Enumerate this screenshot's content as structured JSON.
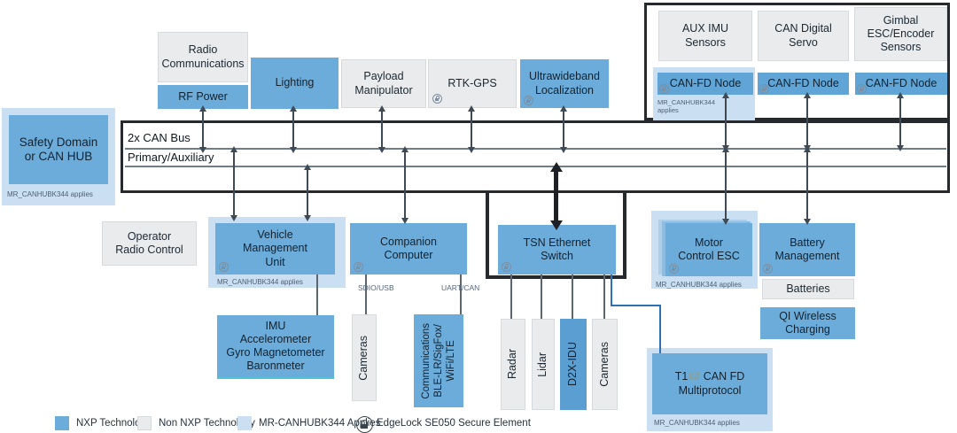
{
  "bus": {
    "label_top": "2x CAN Bus",
    "label_bottom": "Primary/Auxiliary"
  },
  "boxes": {
    "safety_domain": {
      "label": "Safety Domain\nor CAN HUB",
      "note": "MR_CANHUBK344 applies"
    },
    "radio_communications": {
      "label": "Radio\nCommunications"
    },
    "rf_power": {
      "label": "RF Power"
    },
    "lighting": {
      "label": "Lighting"
    },
    "payload_manipulator": {
      "label": "Payload\nManipulator"
    },
    "rtk_gps": {
      "label": "RTK-GPS"
    },
    "ultrawideband": {
      "label": "Ultrawideband\nLocalization"
    },
    "aux_imu": {
      "label": "AUX IMU\nSensors"
    },
    "can_digital_servo": {
      "label": "CAN Digital\nServo"
    },
    "gimbal": {
      "label": "Gimbal\nESC/Encoder\nSensors"
    },
    "canfd_node_1": {
      "label": "CAN-FD Node",
      "note": "MR_CANHUBK344\napplies"
    },
    "canfd_node_2": {
      "label": "CAN-FD Node"
    },
    "canfd_node_3": {
      "label": "CAN-FD Node"
    },
    "operator_radio": {
      "label": "Operator\nRadio Control"
    },
    "vmu": {
      "label": "Vehicle\nManagement\nUnit",
      "note": "MR_CANHUBK344 applies"
    },
    "companion": {
      "label": "Companion\nComputer"
    },
    "tsn": {
      "label": "TSN Ethernet\nSwitch"
    },
    "imu": {
      "label": "IMU\nAccelerometer\nGyro Magnetometer\nBaronmeter"
    },
    "cameras_left": {
      "label": "Cameras"
    },
    "communications": {
      "label": "Communications\nBLE-LR/SigFox/\nWiFi/LTE"
    },
    "radar": {
      "label": "Radar"
    },
    "lidar": {
      "label": "Lidar"
    },
    "d2x": {
      "label": "D2X-IDU"
    },
    "cameras_right": {
      "label": "Cameras"
    },
    "motor_esc": {
      "label": "Motor\nControl ESC",
      "note": "MR_CANHUBK344 applies"
    },
    "battery_mgmt": {
      "label": "Battery\nManagement"
    },
    "batteries": {
      "label": "Batteries"
    },
    "qi_wireless": {
      "label": "QI Wireless\nCharging"
    },
    "t1_canfd": {
      "p1": "T1",
      "p2": "##",
      "p3": " CAN FD",
      "line2": "Multiprotocol",
      "note": "MR_CANHUBK344 applies"
    }
  },
  "port_labels": {
    "sdio_usb": "SDIO/USB",
    "uart_can": "UART/CAN"
  },
  "legend": [
    {
      "label": "NXP Technology"
    },
    {
      "label": "Non NXP Technology"
    },
    {
      "label": "MR-CANHUBK344 Applies"
    },
    {
      "label": "EdgeLock SE050 Secure Element"
    }
  ],
  "colors": {
    "nxp_blue": "#6cacda",
    "light_blue": "#cbdff2",
    "non_nxp_gray": "#e9ebed",
    "connector_blue": "#2f72b4",
    "frame_black": "#26292d"
  }
}
